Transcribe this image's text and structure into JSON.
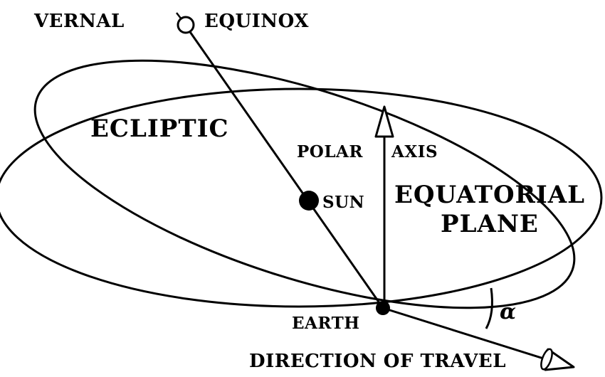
{
  "labels": {
    "vernal": "VERNAL",
    "equinox": "EQUINOX",
    "ecliptic": "ECLIPTIC",
    "polar": "POLAR",
    "axis": "AXIS",
    "sun": "SUN",
    "equatorial": "EQUATORIAL",
    "plane": "PLANE",
    "earth": "EARTH",
    "alpha": "α",
    "direction_of_travel": "DIRECTION OF TRAVEL"
  },
  "colors": {
    "ink": "#000000",
    "background": "#ffffff"
  }
}
